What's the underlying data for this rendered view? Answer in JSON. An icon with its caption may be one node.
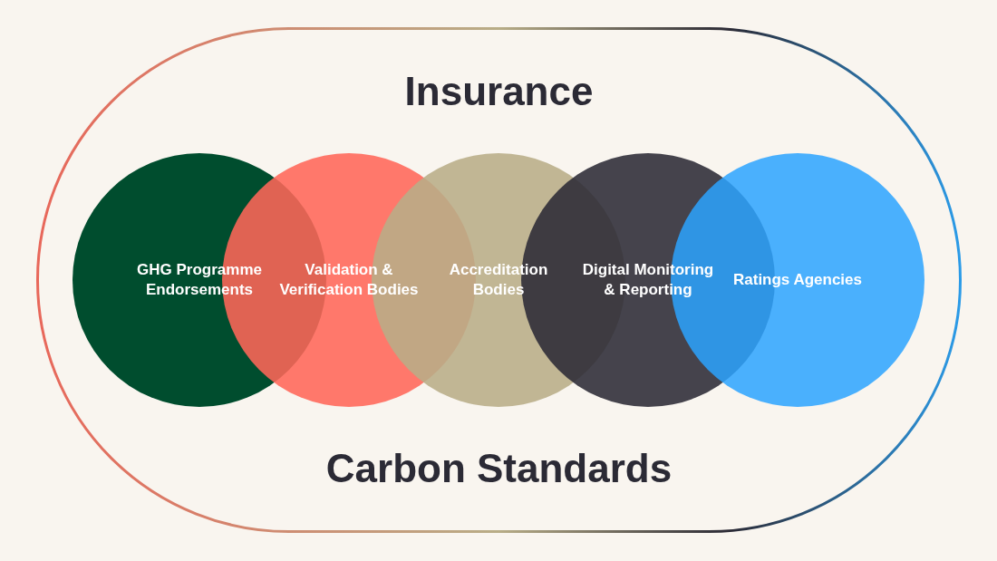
{
  "diagram": {
    "nodes": [
      {
        "text": [
          "Insurance",
          "Carbon Standards"
        ]
      },
      {
        "text": [
          "GHG Programme Endorsements"
        ],
        "in": 0
      },
      {
        "text": [
          "Validation & Verification Bodies"
        ],
        "in": 0
      },
      {
        "text": [
          "Accreditation Bodies"
        ],
        "in": 0
      },
      {
        "text": [
          "Digital Monitoring & Reporting"
        ],
        "in": 0
      },
      {
        "text": [
          "Ratings Agencies"
        ],
        "in": 0
      }
    ]
  }
}
